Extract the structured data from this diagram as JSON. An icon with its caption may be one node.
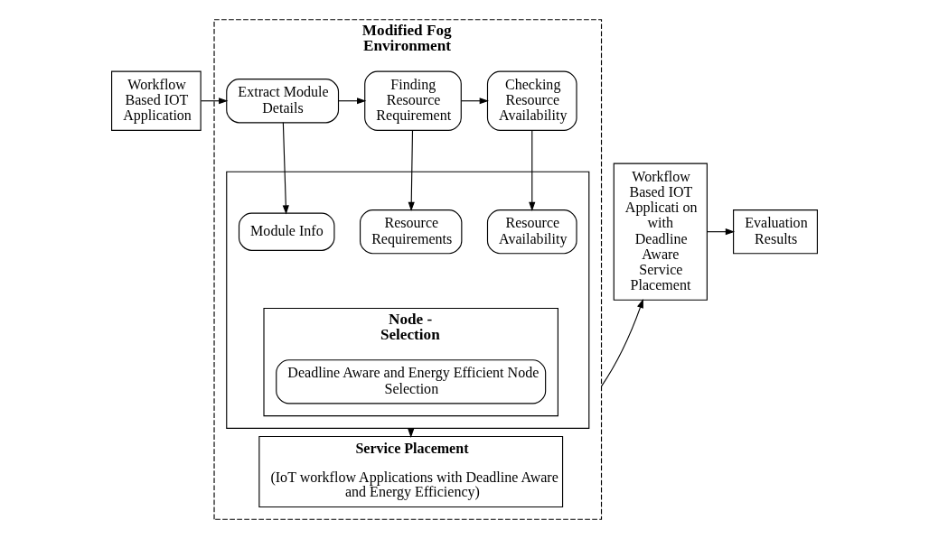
{
  "diagram": {
    "nodes": [
      {
        "text": [
          "Workflow Based IOT Application"
        ]
      },
      {
        "text": [
          "Modified Fog Environment"
        ]
      },
      {
        "text": [
          "Extract Module Details"
        ],
        "in": 1
      },
      {
        "text": [
          "Finding Resource Requirement"
        ],
        "in": 1
      },
      {
        "text": [
          "Checking Resource Availability"
        ],
        "in": 1
      },
      {
        "text": [],
        "shape": "box",
        "in": 1
      },
      {
        "text": [
          "Module Info"
        ],
        "in": 5
      },
      {
        "text": [
          "Resource Requirements"
        ],
        "in": 5
      },
      {
        "text": [
          "Resource Availability"
        ],
        "in": 5
      },
      {
        "text": [
          "Node - Selection"
        ],
        "in": 5
      },
      {
        "text": [
          "Deadline Aware and Energy Efficient Node Selection"
        ],
        "in": 9
      },
      {
        "text": [
          "Service Placement",
          "(IoT workflow Applications with Deadline Aware and Energy Efficiency)"
        ],
        "in": 1
      },
      {
        "text": [
          "Workflow Based IOT Applicati on with Deadline Aware Service Placement"
        ]
      },
      {
        "text": [
          "Evaluation Results"
        ]
      }
    ],
    "edges": [
      {
        "from": 0,
        "to": 2,
        "arrow": "to"
      },
      {
        "from": 2,
        "to": 3,
        "arrow": "to"
      },
      {
        "from": 3,
        "to": 4,
        "arrow": "to"
      },
      {
        "from": 2,
        "to": 6,
        "arrow": "to"
      },
      {
        "from": 3,
        "to": 7,
        "arrow": "to"
      },
      {
        "from": 4,
        "to": 8,
        "arrow": "to"
      },
      {
        "from": 5,
        "to": 11,
        "arrow": "to"
      },
      {
        "from": 1,
        "to": 12,
        "arrow": "to"
      },
      {
        "from": 12,
        "to": 13,
        "arrow": "to"
      }
    ]
  }
}
